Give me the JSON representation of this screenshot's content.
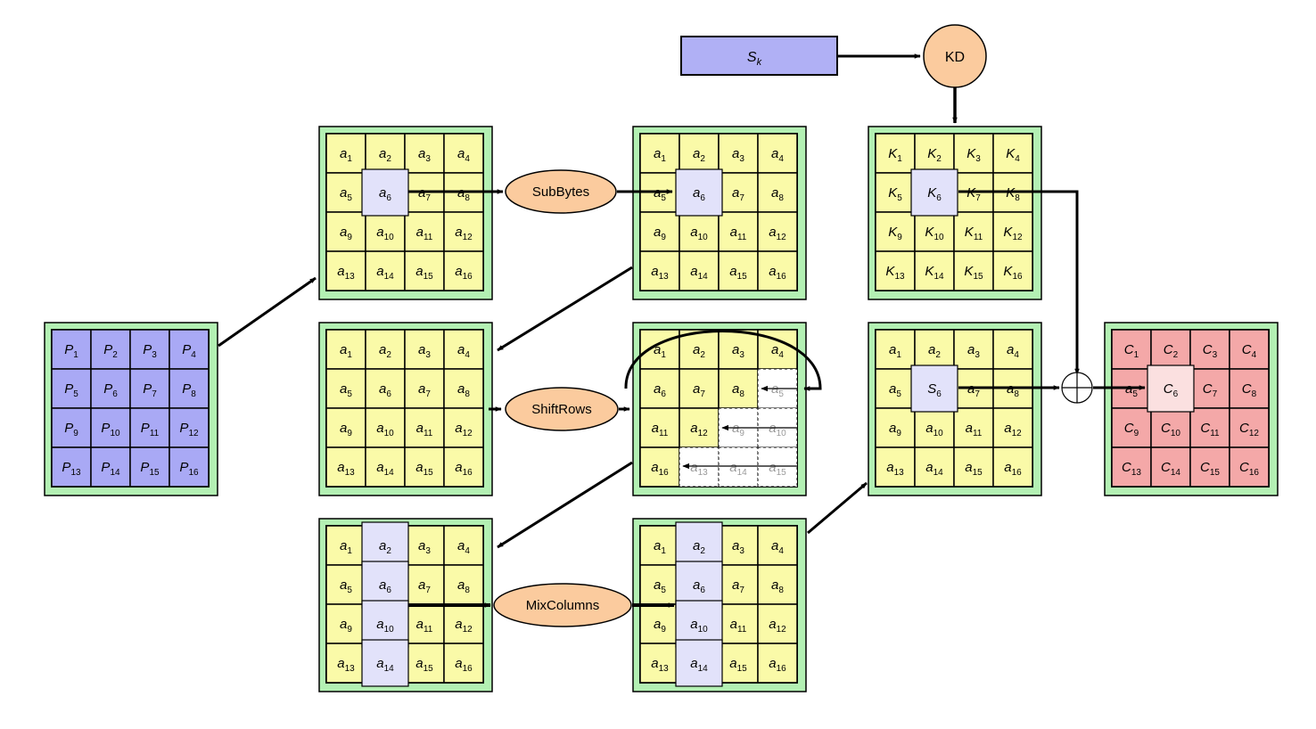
{
  "colors": {
    "frame": "#b3f0b3",
    "cell_yellow": "#fafaa8",
    "plain_cell": "#a9a9f5",
    "cipher_cell": "#f4a8a8",
    "highlight_cell": "#e2e2fa",
    "cipher_highlight": "#fbe0e0",
    "oval_fill": "#fbcb9e",
    "key_box": "#b0b0f5",
    "line": "#000000",
    "faded_text": "#9a9a9a"
  },
  "labels": {
    "key_source": {
      "base": "S",
      "sub": "k"
    },
    "kd": "KD",
    "subbytes": "SubBytes",
    "shiftrows": "ShiftRows",
    "mixcolumns": "MixColumns",
    "xor_symbol": "⊕"
  },
  "grids": {
    "plaintext": [
      [
        "P",
        "1"
      ],
      [
        "P",
        "2"
      ],
      [
        "P",
        "3"
      ],
      [
        "P",
        "4"
      ],
      [
        "P",
        "5"
      ],
      [
        "P",
        "6"
      ],
      [
        "P",
        "7"
      ],
      [
        "P",
        "8"
      ],
      [
        "P",
        "9"
      ],
      [
        "P",
        "10"
      ],
      [
        "P",
        "11"
      ],
      [
        "P",
        "12"
      ],
      [
        "P",
        "13"
      ],
      [
        "P",
        "14"
      ],
      [
        "P",
        "15"
      ],
      [
        "P",
        "16"
      ]
    ],
    "state_1": [
      [
        "a",
        "1"
      ],
      [
        "a",
        "2"
      ],
      [
        "a",
        "3"
      ],
      [
        "a",
        "4"
      ],
      [
        "a",
        "5"
      ],
      [
        "a",
        "6"
      ],
      [
        "a",
        "7"
      ],
      [
        "a",
        "8"
      ],
      [
        "a",
        "9"
      ],
      [
        "a",
        "10"
      ],
      [
        "a",
        "11"
      ],
      [
        "a",
        "12"
      ],
      [
        "a",
        "13"
      ],
      [
        "a",
        "14"
      ],
      [
        "a",
        "15"
      ],
      [
        "a",
        "16"
      ]
    ],
    "state_2": [
      [
        "a",
        "1"
      ],
      [
        "a",
        "2"
      ],
      [
        "a",
        "3"
      ],
      [
        "a",
        "4"
      ],
      [
        "a",
        "5"
      ],
      [
        "a",
        "6"
      ],
      [
        "a",
        "7"
      ],
      [
        "a",
        "8"
      ],
      [
        "a",
        "9"
      ],
      [
        "a",
        "10"
      ],
      [
        "a",
        "11"
      ],
      [
        "a",
        "12"
      ],
      [
        "a",
        "13"
      ],
      [
        "a",
        "14"
      ],
      [
        "a",
        "15"
      ],
      [
        "a",
        "16"
      ]
    ],
    "state_3": [
      [
        "a",
        "1"
      ],
      [
        "a",
        "2"
      ],
      [
        "a",
        "3"
      ],
      [
        "a",
        "4"
      ],
      [
        "a",
        "5"
      ],
      [
        "a",
        "6"
      ],
      [
        "a",
        "7"
      ],
      [
        "a",
        "8"
      ],
      [
        "a",
        "9"
      ],
      [
        "a",
        "10"
      ],
      [
        "a",
        "11"
      ],
      [
        "a",
        "12"
      ],
      [
        "a",
        "13"
      ],
      [
        "a",
        "14"
      ],
      [
        "a",
        "15"
      ],
      [
        "a",
        "16"
      ]
    ],
    "state_4": [
      [
        "a",
        "1"
      ],
      [
        "a",
        "2"
      ],
      [
        "a",
        "3"
      ],
      [
        "a",
        "4"
      ],
      [
        "a",
        "6"
      ],
      [
        "a",
        "7"
      ],
      [
        "a",
        "8"
      ],
      [
        "a",
        "5"
      ],
      [
        "a",
        "11"
      ],
      [
        "a",
        "12"
      ],
      [
        "a",
        "9"
      ],
      [
        "a",
        "10"
      ],
      [
        "a",
        "16"
      ],
      [
        "a",
        "13"
      ],
      [
        "a",
        "14"
      ],
      [
        "a",
        "15"
      ]
    ],
    "state_5": [
      [
        "a",
        "1"
      ],
      [
        "a",
        "2"
      ],
      [
        "a",
        "3"
      ],
      [
        "a",
        "4"
      ],
      [
        "a",
        "5"
      ],
      [
        "a",
        "6"
      ],
      [
        "a",
        "7"
      ],
      [
        "a",
        "8"
      ],
      [
        "a",
        "9"
      ],
      [
        "a",
        "10"
      ],
      [
        "a",
        "11"
      ],
      [
        "a",
        "12"
      ],
      [
        "a",
        "13"
      ],
      [
        "a",
        "14"
      ],
      [
        "a",
        "15"
      ],
      [
        "a",
        "16"
      ]
    ],
    "state_6": [
      [
        "a",
        "1"
      ],
      [
        "a",
        "2"
      ],
      [
        "a",
        "3"
      ],
      [
        "a",
        "4"
      ],
      [
        "a",
        "5"
      ],
      [
        "a",
        "6"
      ],
      [
        "a",
        "7"
      ],
      [
        "a",
        "8"
      ],
      [
        "a",
        "9"
      ],
      [
        "a",
        "10"
      ],
      [
        "a",
        "11"
      ],
      [
        "a",
        "12"
      ],
      [
        "a",
        "13"
      ],
      [
        "a",
        "14"
      ],
      [
        "a",
        "15"
      ],
      [
        "a",
        "16"
      ]
    ],
    "round_key": [
      [
        "K",
        "1"
      ],
      [
        "K",
        "2"
      ],
      [
        "K",
        "3"
      ],
      [
        "K",
        "4"
      ],
      [
        "K",
        "5"
      ],
      [
        "K",
        "6"
      ],
      [
        "K",
        "7"
      ],
      [
        "K",
        "8"
      ],
      [
        "K",
        "9"
      ],
      [
        "K",
        "10"
      ],
      [
        "K",
        "11"
      ],
      [
        "K",
        "12"
      ],
      [
        "K",
        "13"
      ],
      [
        "K",
        "14"
      ],
      [
        "K",
        "15"
      ],
      [
        "K",
        "16"
      ]
    ],
    "state_7": [
      [
        "a",
        "1"
      ],
      [
        "a",
        "2"
      ],
      [
        "a",
        "3"
      ],
      [
        "a",
        "4"
      ],
      [
        "a",
        "5"
      ],
      [
        "S",
        "6"
      ],
      [
        "a",
        "7"
      ],
      [
        "a",
        "8"
      ],
      [
        "a",
        "9"
      ],
      [
        "a",
        "10"
      ],
      [
        "a",
        "11"
      ],
      [
        "a",
        "12"
      ],
      [
        "a",
        "13"
      ],
      [
        "a",
        "14"
      ],
      [
        "a",
        "15"
      ],
      [
        "a",
        "16"
      ]
    ],
    "ciphertext": [
      [
        "C",
        "1"
      ],
      [
        "C",
        "2"
      ],
      [
        "C",
        "3"
      ],
      [
        "C",
        "4"
      ],
      [
        "a",
        "5"
      ],
      [
        "C",
        "6"
      ],
      [
        "C",
        "7"
      ],
      [
        "C",
        "8"
      ],
      [
        "C",
        "9"
      ],
      [
        "C",
        "10"
      ],
      [
        "C",
        "11"
      ],
      [
        "C",
        "12"
      ],
      [
        "C",
        "13"
      ],
      [
        "C",
        "14"
      ],
      [
        "C",
        "15"
      ],
      [
        "C",
        "16"
      ]
    ]
  },
  "highlights": {
    "state_1": [
      5
    ],
    "state_2": [
      5
    ],
    "state_5": [
      1,
      5,
      9,
      13
    ],
    "state_6": [
      1,
      5,
      9,
      13
    ],
    "round_key": [
      5
    ],
    "state_7": [
      5
    ],
    "ciphertext": [
      5
    ]
  },
  "faded_cells": {
    "state_4": [
      7,
      10,
      11,
      13,
      14,
      15
    ]
  },
  "dashed_cells": {
    "state_4": [
      7,
      10,
      11,
      13,
      14,
      15
    ]
  }
}
